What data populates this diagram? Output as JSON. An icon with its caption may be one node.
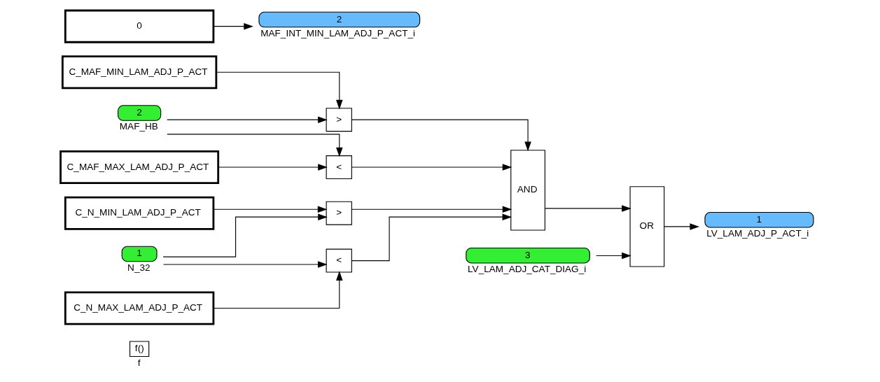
{
  "diagram": {
    "nodes": [
      {
        "text": [
          "f()"
        ],
        "beside": [
          "f"
        ]
      },
      {
        "text": [
          "2"
        ],
        "beside": [
          "MAF_HB"
        ]
      },
      {
        "text": [
          "C_MAF_MIN_LAM_ADJ_P_ACT"
        ]
      },
      {
        "text": [
          "C_MAF_MAX_LAM_ADJ_P_ACT"
        ]
      },
      {
        "text": [
          "C_N_MIN_LAM_ADJ_P_ACT"
        ]
      },
      {
        "text": [
          "1"
        ],
        "beside": [
          "N_32"
        ]
      },
      {
        "text": [
          "C_N_MAX_LAM_ADJ_P_ACT"
        ]
      },
      {
        "text": [
          ">"
        ]
      },
      {
        "text": [
          "<"
        ]
      },
      {
        "text": [
          ">"
        ]
      },
      {
        "text": [
          "<"
        ]
      },
      {
        "text": [
          "AND"
        ]
      },
      {
        "text": [
          "OR"
        ]
      },
      {
        "text": [
          "3"
        ],
        "beside": [
          "LV_LAM_ADJ_CAT_DIAG_i"
        ]
      },
      {
        "text": [
          "1"
        ],
        "beside": [
          "LV_LAM_ADJ_P_ACT_i"
        ]
      },
      {
        "text": [
          "0"
        ]
      },
      {
        "text": [
          "2"
        ],
        "beside": [
          "MAF_INT_MIN_LAM_ADJ_P_ACT_i"
        ]
      }
    ],
    "edges": [
      {
        "from": 1,
        "to": 7,
        "arrow": "to"
      },
      {
        "from": 2,
        "to": 7,
        "arrow": "to"
      },
      {
        "from": 1,
        "to": 8,
        "arrow": "to"
      },
      {
        "from": 3,
        "to": 8,
        "arrow": "to"
      },
      {
        "from": 5,
        "to": 9,
        "arrow": "to"
      },
      {
        "from": 4,
        "to": 9,
        "arrow": "to"
      },
      {
        "from": 5,
        "to": 10,
        "arrow": "to"
      },
      {
        "from": 6,
        "to": 10,
        "arrow": "to"
      },
      {
        "from": 7,
        "to": 11,
        "arrow": "to"
      },
      {
        "from": 8,
        "to": 11,
        "arrow": "to"
      },
      {
        "from": 9,
        "to": 11,
        "arrow": "to"
      },
      {
        "from": 10,
        "to": 11,
        "arrow": "to"
      },
      {
        "from": 11,
        "to": 12,
        "arrow": "to"
      },
      {
        "from": 13,
        "to": 12,
        "arrow": "to"
      },
      {
        "from": 12,
        "to": 14,
        "arrow": "to"
      },
      {
        "from": 15,
        "to": 16,
        "arrow": "to"
      }
    ]
  }
}
